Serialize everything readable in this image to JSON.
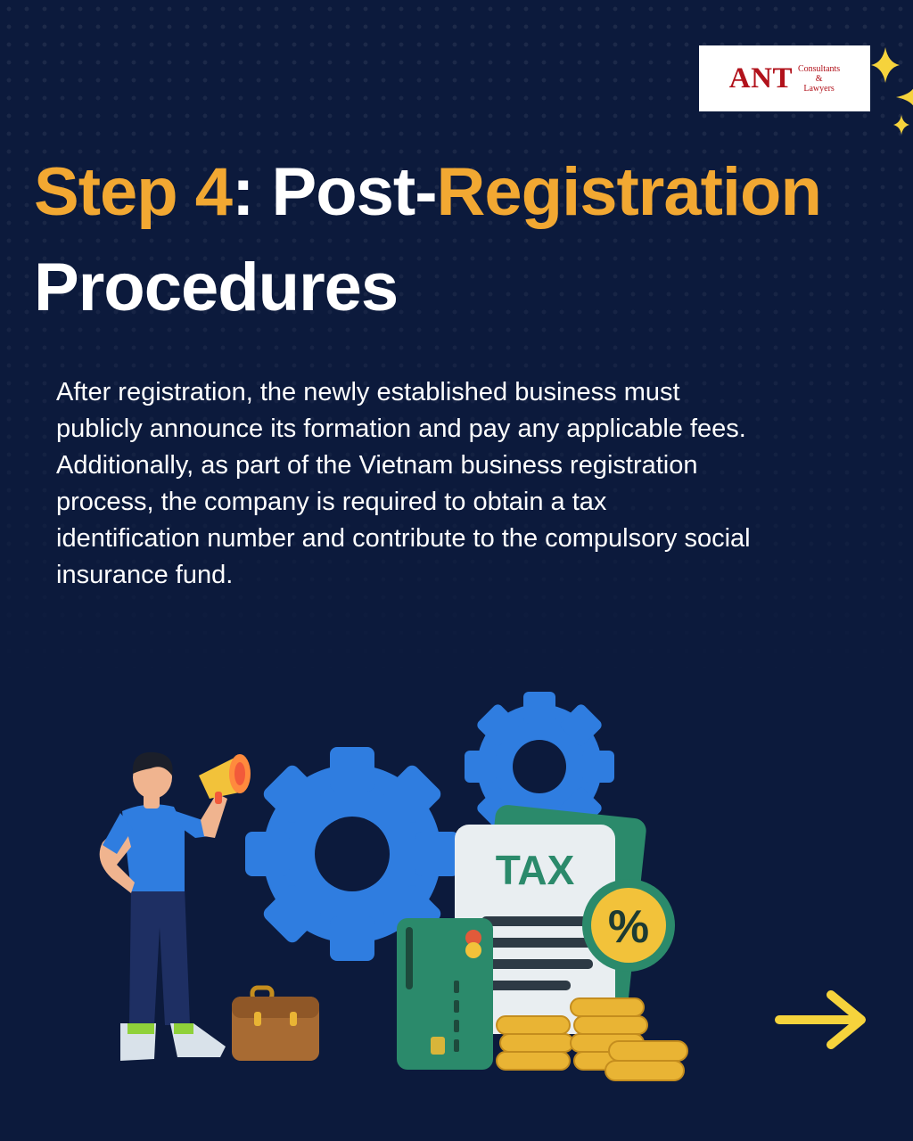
{
  "logo": {
    "mark": "ANT",
    "line1": "Consultants",
    "line2": "&",
    "line3": "Lawyers"
  },
  "title": {
    "part1": "Step 4",
    "part2": ": Post-",
    "part3": "Registration",
    "part4": "Procedures"
  },
  "body_text": "After registration, the newly established business must publicly announce its formation and pay any applicable fees. Additionally, as part of the Vietnam business registration process, the company is required to obtain a tax identification number and contribute to the compulsory social insurance fund.",
  "illustration": {
    "tax_label": "TAX",
    "percent_label": "%"
  },
  "colors": {
    "background": "#0c1a3c",
    "accent": "#f2a832",
    "text": "#ffffff",
    "logo_red": "#b1121b",
    "gear_blue": "#2f7de0",
    "card_green": "#2b8a6b"
  },
  "icons": {
    "next": "arrow-right-icon",
    "sparkle": "sparkle-icon"
  }
}
